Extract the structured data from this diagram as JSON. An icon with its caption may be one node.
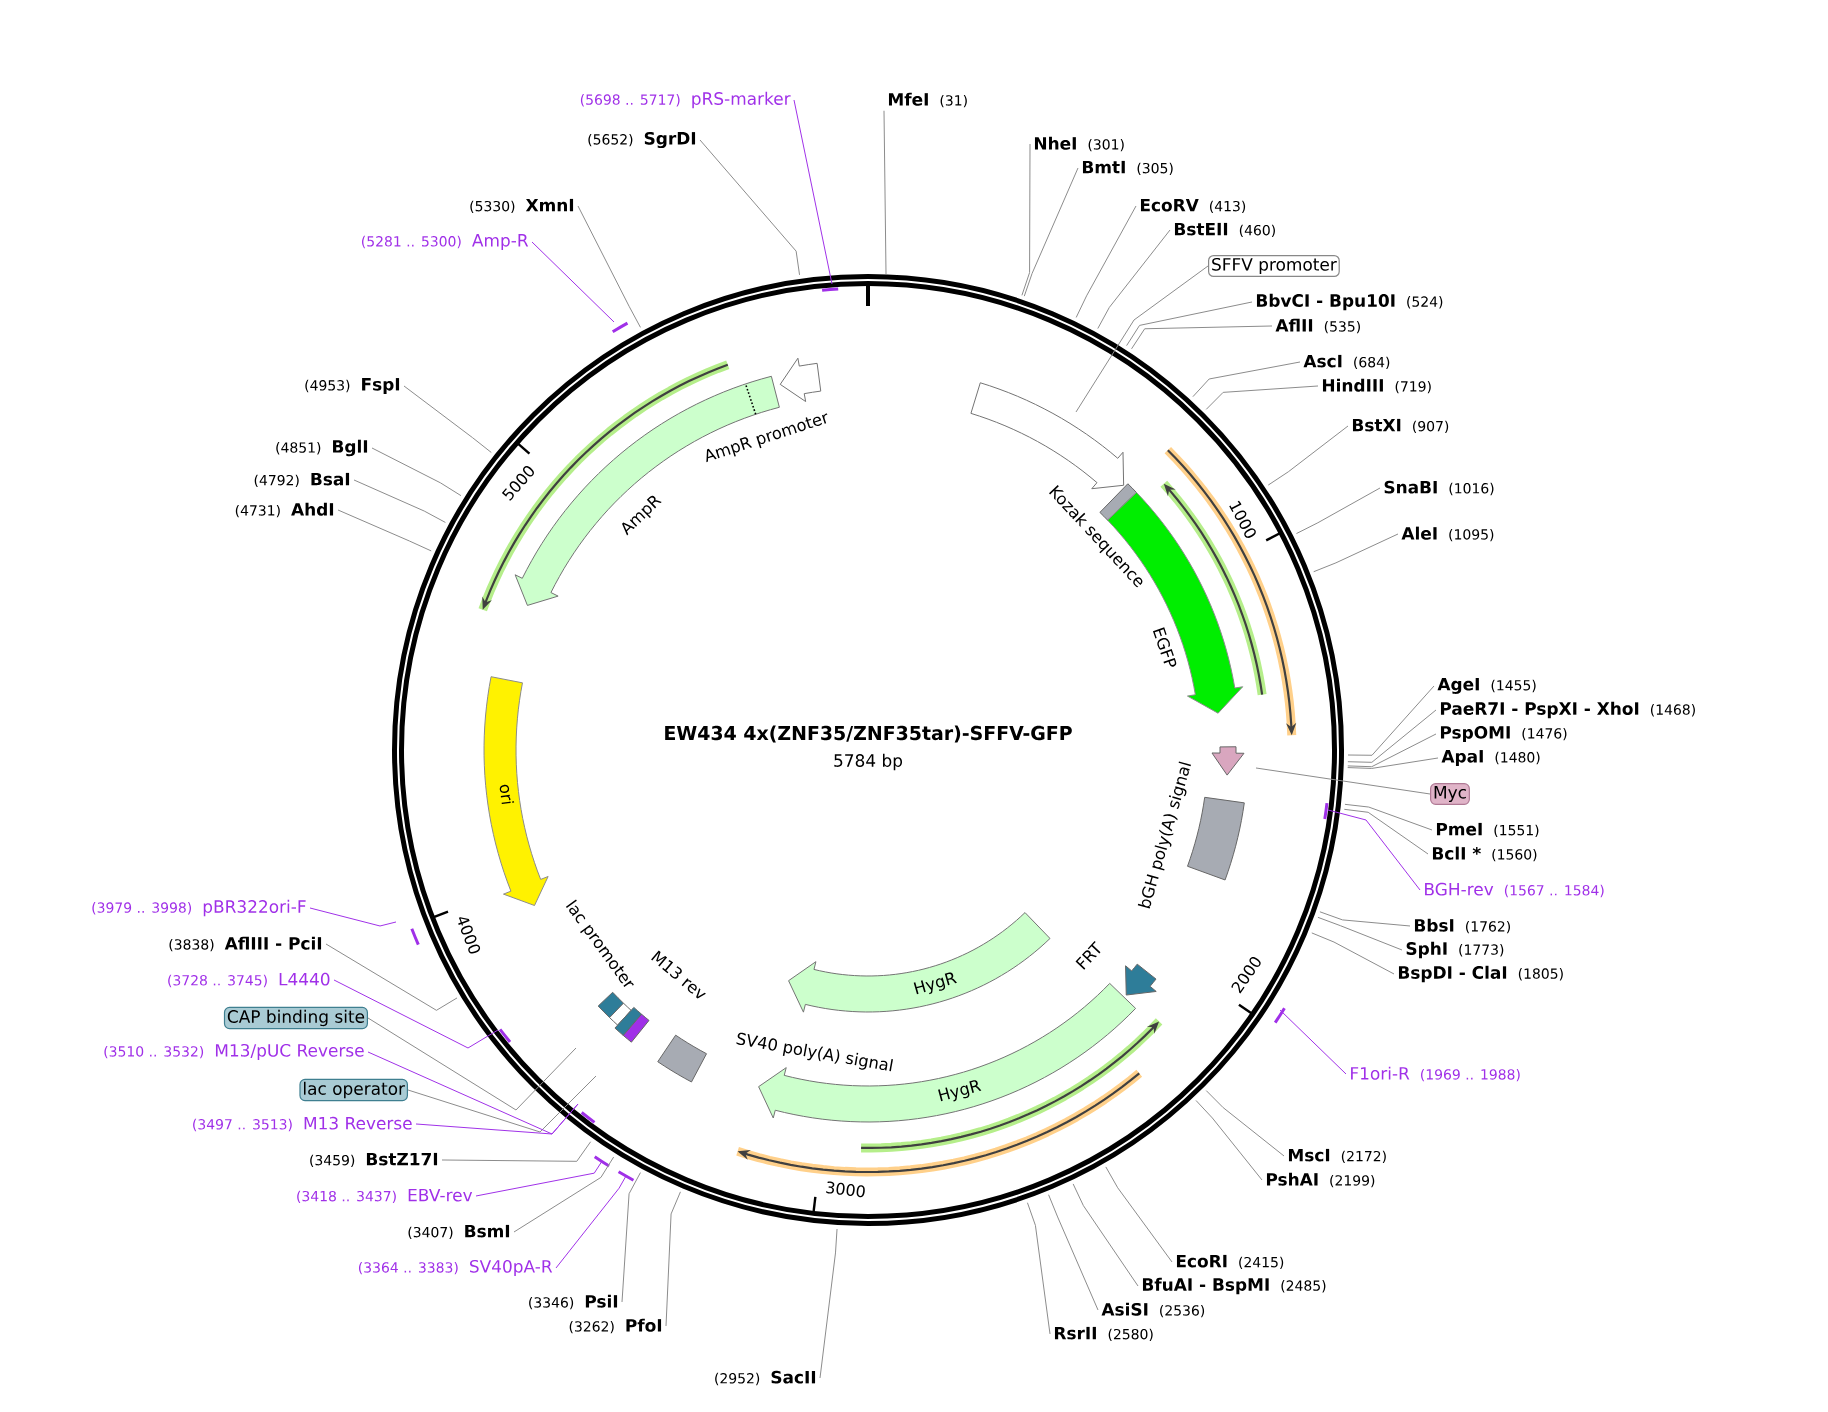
{
  "diagram": {
    "title": "EW434 4x(ZNF35/ZNF35tar)-SFFV-GFP",
    "nodes": [
      {
        "text": [
          "MfeI",
          "(31)"
        ]
      },
      {
        "text": [
          "NheI",
          "(301)"
        ]
      },
      {
        "text": [
          "BmtI",
          "(305)"
        ]
      },
      {
        "text": [
          "EcoRV",
          "(413)"
        ]
      },
      {
        "text": [
          "BstEII",
          "(460)"
        ]
      },
      {
        "text": [
          "SFFV promoter"
        ]
      },
      {
        "text": [
          "BbvCI - Bpu10I",
          "(524)"
        ]
      },
      {
        "text": [
          "AflII",
          "(535)"
        ]
      },
      {
        "text": [
          "AscI",
          "(684)"
        ]
      },
      {
        "text": [
          "HindIII",
          "(719)"
        ]
      },
      {
        "text": [
          "BstXI",
          "(907)"
        ]
      },
      {
        "text": [
          "SnaBI",
          "(1016)"
        ]
      },
      {
        "text": [
          "AleI",
          "(1095)"
        ]
      },
      {
        "text": [
          "AgeI",
          "(1455)"
        ]
      },
      {
        "text": [
          "PaeR7I - PspXI - XhoI",
          "(1468)"
        ]
      },
      {
        "text": [
          "PspOMI",
          "(1476)"
        ]
      },
      {
        "text": [
          "ApaI",
          "(1480)"
        ]
      },
      {
        "text": [
          "Myc"
        ]
      },
      {
        "text": [
          "PmeI",
          "(1551)"
        ]
      },
      {
        "text": [
          "BclI *",
          "(1560)"
        ]
      },
      {
        "text": [
          "BGH-rev",
          "(1567 .. 1584)"
        ]
      },
      {
        "text": [
          "BbsI",
          "(1762)"
        ]
      },
      {
        "text": [
          "SphI",
          "(1773)"
        ]
      },
      {
        "text": [
          "BspDI - ClaI",
          "(1805)"
        ]
      },
      {
        "text": [
          "F1ori-R",
          "(1969 .. 1988)"
        ]
      },
      {
        "text": [
          "MscI",
          "(2172)"
        ]
      },
      {
        "text": [
          "PshAI",
          "(2199)"
        ]
      },
      {
        "text": [
          "EcoRI",
          "(2415)"
        ]
      },
      {
        "text": [
          "BfuAI - BspMI",
          "(2485)"
        ]
      },
      {
        "text": [
          "AsiSI",
          "(2536)"
        ]
      },
      {
        "text": [
          "RsrII",
          "(2580)"
        ]
      },
      {
        "text": [
          "(2952)",
          "SacII"
        ]
      },
      {
        "text": [
          "(3262)",
          "PfoI"
        ]
      },
      {
        "text": [
          "(3346)",
          "PsiI"
        ]
      },
      {
        "text": [
          "(3364 .. 3383)",
          "SV40pA-R"
        ]
      },
      {
        "text": [
          "(3407)",
          "BsmI"
        ]
      },
      {
        "text": [
          "(3418 .. 3437)",
          "EBV-rev"
        ]
      },
      {
        "text": [
          "(3459)",
          "BstZ17I"
        ]
      },
      {
        "text": [
          "(3497 .. 3513)",
          "M13 Reverse"
        ]
      },
      {
        "text": [
          "lac operator"
        ]
      },
      {
        "text": [
          "(3510 .. 3532)",
          "M13/pUC Reverse"
        ]
      },
      {
        "text": [
          "CAP binding site"
        ]
      },
      {
        "text": [
          "(3728 .. 3745)",
          "L4440"
        ]
      },
      {
        "text": [
          "(3838)",
          "AflIII - PciI"
        ]
      },
      {
        "text": [
          "(3979 .. 3998)",
          "pBR322ori-F"
        ]
      },
      {
        "text": [
          "(4731)",
          "AhdI"
        ]
      },
      {
        "text": [
          "(4792)",
          "BsaI"
        ]
      },
      {
        "text": [
          "(4851)",
          "BglI"
        ]
      },
      {
        "text": [
          "(4953)",
          "FspI"
        ]
      },
      {
        "text": [
          "(5281 .. 5300)",
          "Amp-R"
        ]
      },
      {
        "text": [
          "(5330)",
          "XmnI"
        ]
      },
      {
        "text": [
          "(5652)",
          "SgrDI"
        ]
      },
      {
        "text": [
          "(5698 .. 5717)",
          "pRS-marker"
        ]
      }
    ],
    "edges": [
      {
        "from": 0,
        "to": null,
        "arrow": "none"
      },
      {
        "from": 1,
        "to": null,
        "arrow": "none"
      },
      {
        "from": 2,
        "to": null,
        "arrow": "none"
      },
      {
        "from": 3,
        "to": null,
        "arrow": "none"
      },
      {
        "from": 4,
        "to": null,
        "arrow": "none"
      },
      {
        "from": 5,
        "to": null,
        "arrow": "none"
      },
      {
        "from": 6,
        "to": null,
        "arrow": "none"
      },
      {
        "from": 7,
        "to": null,
        "arrow": "none"
      },
      {
        "from": 8,
        "to": null,
        "arrow": "none"
      },
      {
        "from": 9,
        "to": null,
        "arrow": "none"
      },
      {
        "from": 10,
        "to": null,
        "arrow": "none"
      },
      {
        "from": 11,
        "to": null,
        "arrow": "none"
      },
      {
        "from": 12,
        "to": null,
        "arrow": "none"
      },
      {
        "from": 13,
        "to": null,
        "arrow": "none"
      },
      {
        "from": 14,
        "to": null,
        "arrow": "none"
      },
      {
        "from": 15,
        "to": null,
        "arrow": "none"
      },
      {
        "from": 16,
        "to": null,
        "arrow": "none"
      },
      {
        "from": 17,
        "to": null,
        "arrow": "none"
      },
      {
        "from": 18,
        "to": null,
        "arrow": "none"
      },
      {
        "from": 19,
        "to": null,
        "arrow": "none"
      },
      {
        "from": 20,
        "to": null,
        "arrow": "none",
        "color": "#a030e8"
      },
      {
        "from": 21,
        "to": null,
        "arrow": "none"
      },
      {
        "from": 22,
        "to": null,
        "arrow": "none"
      },
      {
        "from": 23,
        "to": null,
        "arrow": "none"
      },
      {
        "from": 24,
        "to": null,
        "arrow": "none",
        "color": "#a030e8"
      },
      {
        "from": 25,
        "to": null,
        "arrow": "none"
      },
      {
        "from": 26,
        "to": null,
        "arrow": "none"
      },
      {
        "from": 27,
        "to": null,
        "arrow": "none"
      },
      {
        "from": 28,
        "to": null,
        "arrow": "none"
      },
      {
        "from": 29,
        "to": null,
        "arrow": "none"
      },
      {
        "from": 30,
        "to": null,
        "arrow": "none"
      },
      {
        "from": 31,
        "to": null,
        "arrow": "none"
      },
      {
        "from": 32,
        "to": null,
        "arrow": "none"
      },
      {
        "from": 33,
        "to": null,
        "arrow": "none"
      },
      {
        "from": 34,
        "to": null,
        "arrow": "none",
        "color": "#a030e8"
      },
      {
        "from": 35,
        "to": null,
        "arrow": "none"
      },
      {
        "from": 36,
        "to": null,
        "arrow": "none",
        "color": "#a030e8"
      },
      {
        "from": 37,
        "to": null,
        "arrow": "none"
      },
      {
        "from": 38,
        "to": null,
        "arrow": "none",
        "color": "#a030e8"
      },
      {
        "from": 39,
        "to": null,
        "arrow": "none"
      },
      {
        "from": 40,
        "to": null,
        "arrow": "none",
        "color": "#a030e8"
      },
      {
        "from": 41,
        "to": null,
        "arrow": "none"
      },
      {
        "from": 42,
        "to": null,
        "arrow": "none",
        "color": "#a030e8"
      },
      {
        "from": 43,
        "to": null,
        "arrow": "none"
      },
      {
        "from": 44,
        "to": null,
        "arrow": "none",
        "color": "#a030e8"
      },
      {
        "from": 45,
        "to": null,
        "arrow": "none"
      },
      {
        "from": 46,
        "to": null,
        "arrow": "none"
      },
      {
        "from": 47,
        "to": null,
        "arrow": "none"
      },
      {
        "from": 48,
        "to": null,
        "arrow": "none"
      },
      {
        "from": 49,
        "to": null,
        "arrow": "none",
        "color": "#a030e8"
      },
      {
        "from": 50,
        "to": null,
        "arrow": "none"
      },
      {
        "from": 51,
        "to": null,
        "arrow": "none"
      },
      {
        "from": 52,
        "to": null,
        "arrow": "none",
        "color": "#a030e8"
      }
    ],
    "labels": [
      "5784 bp",
      "1000",
      "2000",
      "3000",
      "4000",
      "5000",
      "Kozak sequence",
      "EGFP",
      "bGH poly(A) signal",
      "FRT",
      "HygR",
      "HygR",
      "SV40 poly(A) signal",
      "M13 rev",
      "lac promoter",
      "ori",
      "AmpR",
      "AmpR promoter"
    ]
  }
}
